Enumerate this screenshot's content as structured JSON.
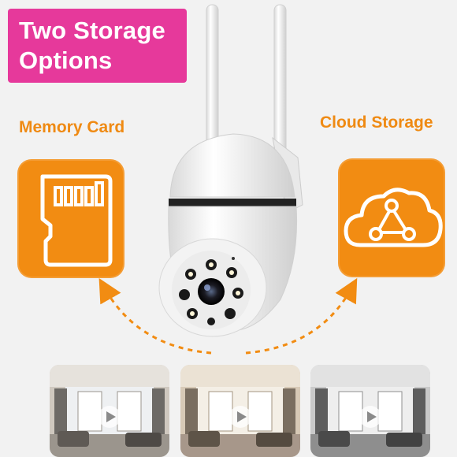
{
  "banner": {
    "text": "Two Storage\nOptions",
    "color": "#e6399b"
  },
  "options": {
    "left": {
      "label": "Memory Card",
      "icon": "memory-card-icon"
    },
    "right": {
      "label": "Cloud Storage",
      "icon": "cloud-network-icon"
    }
  },
  "accent_color": "#f28c12",
  "label_color": "#ef8a13",
  "product": {
    "icon": "security-camera-icon"
  },
  "previews": [
    {
      "name": "room-preview-1",
      "icon": "play-icon"
    },
    {
      "name": "room-preview-2",
      "icon": "play-icon"
    },
    {
      "name": "room-preview-3",
      "icon": "play-icon"
    }
  ]
}
